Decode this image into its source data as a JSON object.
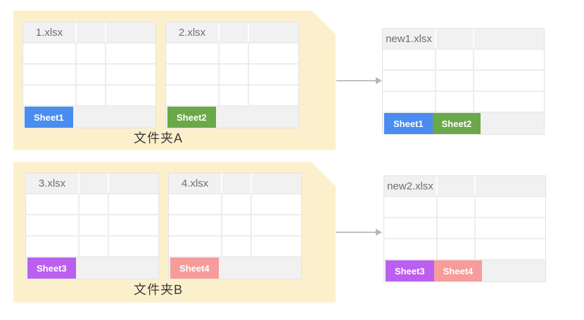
{
  "colors": {
    "folder_bg": "#FCF0CC",
    "arrow": "#C1C1C1",
    "table_header_bg": "#F1F1F1",
    "filename_text": "#6E6E6E",
    "label_text": "#3A3A3A",
    "sheet1": "#4A8CF0",
    "sheet2": "#6AA84A",
    "sheet3": "#BB5FF1",
    "sheet4": "#F79B9B"
  },
  "folders": {
    "a": {
      "label": "文件夹A",
      "files": [
        {
          "name": "1.xlsx",
          "tabs": [
            {
              "label": "Sheet1",
              "color": "#4A8CF0"
            }
          ]
        },
        {
          "name": "2.xlsx",
          "tabs": [
            {
              "label": "Sheet2",
              "color": "#6AA84A"
            }
          ]
        }
      ]
    },
    "b": {
      "label": "文件夹B",
      "files": [
        {
          "name": "3.xlsx",
          "tabs": [
            {
              "label": "Sheet3",
              "color": "#BB5FF1"
            }
          ]
        },
        {
          "name": "4.xlsx",
          "tabs": [
            {
              "label": "Sheet4",
              "color": "#F79B9B"
            }
          ]
        }
      ]
    }
  },
  "outputs": [
    {
      "name": "new1.xlsx",
      "tabs": [
        {
          "label": "Sheet1",
          "color": "#4A8CF0"
        },
        {
          "label": "Sheet2",
          "color": "#6AA84A"
        }
      ]
    },
    {
      "name": "new2.xlsx",
      "tabs": [
        {
          "label": "Sheet3",
          "color": "#BB5FF1"
        },
        {
          "label": "Sheet4",
          "color": "#F79B9B"
        }
      ]
    }
  ]
}
